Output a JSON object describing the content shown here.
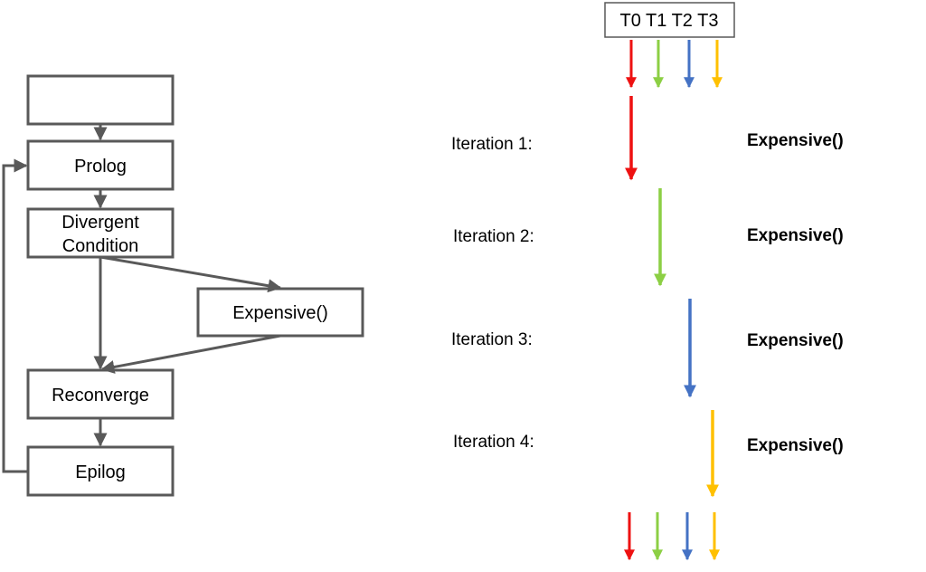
{
  "flowchart": {
    "top_box": "",
    "prolog": "Prolog",
    "divergent_line1": "Divergent",
    "divergent_line2": "Condition",
    "expensive": "Expensive()",
    "reconverge": "Reconverge",
    "epilog": "Epilog"
  },
  "threads": {
    "header": "T0 T1 T2 T3",
    "labels": [
      "T0",
      "T1",
      "T2",
      "T3"
    ],
    "colors": [
      "#ee1111",
      "#8ccf44",
      "#4472c4",
      "#ffc000"
    ]
  },
  "iterations": [
    {
      "label": "Iteration 1:",
      "call": "Expensive()",
      "thread_color": "#ee1111"
    },
    {
      "label": "Iteration 2:",
      "call": "Expensive()",
      "thread_color": "#8ccf44"
    },
    {
      "label": "Iteration 3:",
      "call": "Expensive()",
      "thread_color": "#4472c4"
    },
    {
      "label": "Iteration 4:",
      "call": "Expensive()",
      "thread_color": "#ffc000"
    }
  ],
  "colors": {
    "box_stroke": "#595959",
    "connector": "#595959"
  }
}
